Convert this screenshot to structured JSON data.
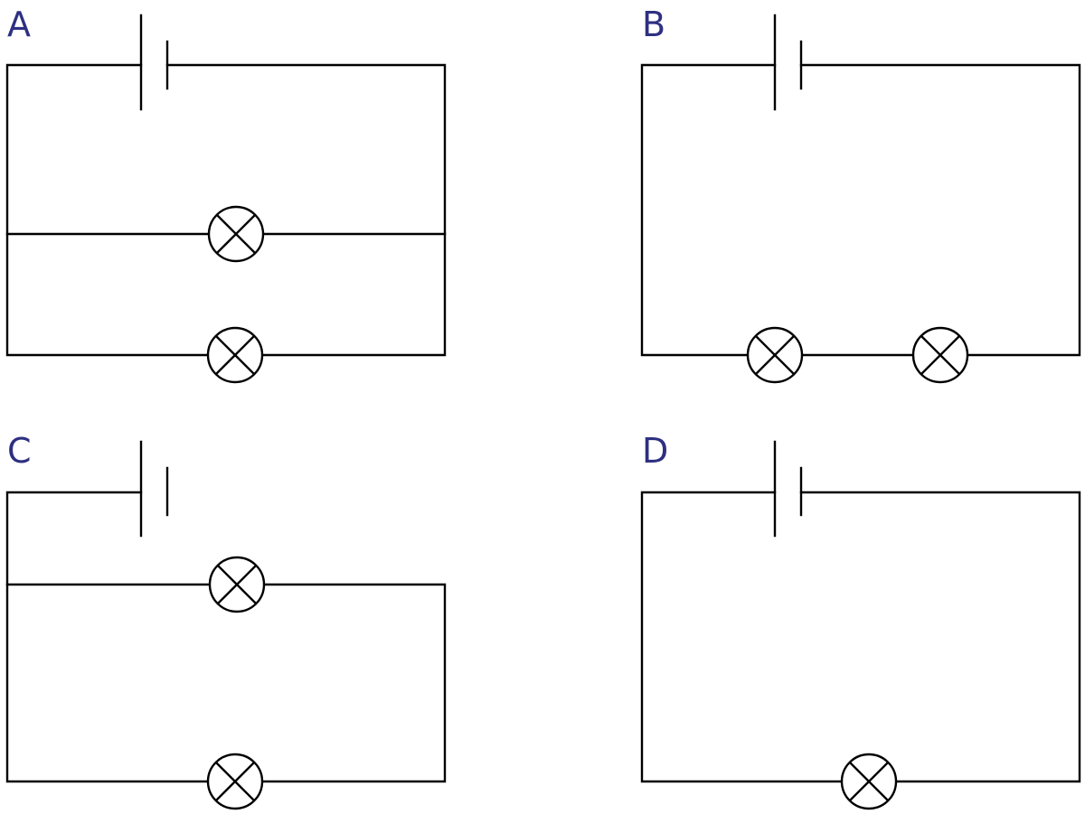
{
  "colors": {
    "label": "#2e3081",
    "wire": "#000000"
  },
  "icons": {
    "cell": "battery-cell-icon",
    "lamp": "lamp-icon"
  },
  "circuits": [
    {
      "label": "A",
      "lamp_count": 2
    },
    {
      "label": "B",
      "lamp_count": 2
    },
    {
      "label": "C",
      "lamp_count": 2
    },
    {
      "label": "D",
      "lamp_count": 1
    }
  ]
}
